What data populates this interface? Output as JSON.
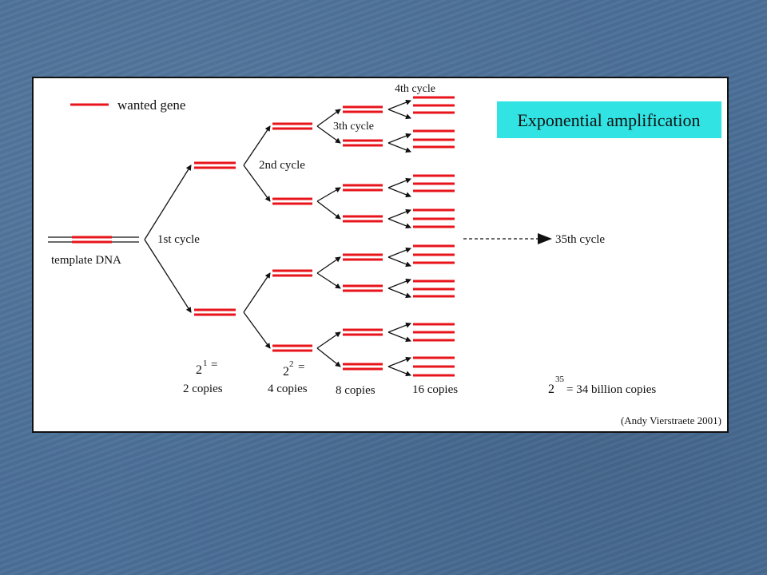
{
  "legend": {
    "label": "wanted gene"
  },
  "title": "Exponential amplification",
  "template_label": "template DNA",
  "cycles": {
    "c1": "1st cycle",
    "c2": "2nd cycle",
    "c3": "3th cycle",
    "c4": "4th cycle",
    "c35": "35th cycle"
  },
  "copies": {
    "two": {
      "base": "2",
      "exp": "1",
      "eq": "=",
      "count": "2 copies"
    },
    "four": {
      "base": "2",
      "exp": "2",
      "eq": "=",
      "count": "4 copies"
    },
    "eight": {
      "count": "8 copies"
    },
    "sixteen": {
      "count": "16 copies"
    },
    "final": {
      "base": "2",
      "exp": "35",
      "text": "= 34 billion copies"
    }
  },
  "credit": "(Andy Vierstraete 2001)",
  "colors": {
    "gene": "#e8141b",
    "title_bg": "#31e3e3",
    "frame": "#111111"
  }
}
